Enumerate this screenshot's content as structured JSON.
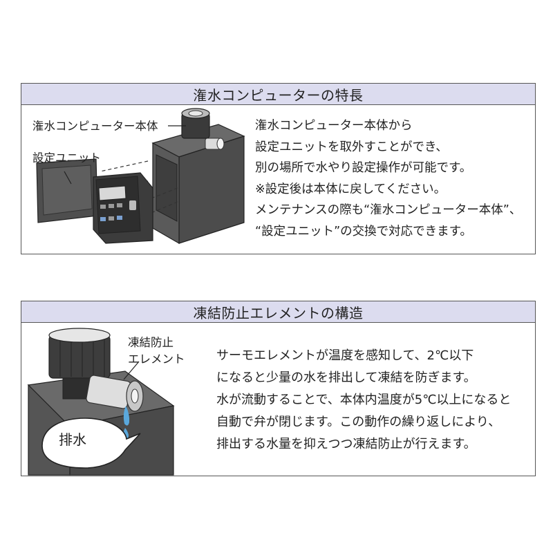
{
  "section1": {
    "title": "潅水コンピューターの特長",
    "label_main_unit": "潅水コンピューター本体",
    "label_setting_unit": "設定ユニット",
    "description": [
      "潅水コンピューター本体から",
      "設定ユニットを取外すことができ、",
      "別の場所で水やり設定操作が可能です。",
      "※設定後は本体に戻してください。",
      "メンテナンスの際も“潅水コンピューター本体”、",
      "“設定ユニット”の交換で対応できます。"
    ]
  },
  "section2": {
    "title": "凍結防止エレメントの構造",
    "label_element_line1": "凍結防止",
    "label_element_line2": "エレメント",
    "label_drain": "排水",
    "description": [
      "サーモエレメントが温度を感知して、2℃以下",
      "になると少量の水を排出して凍結を防ぎます。",
      "水が流動することで、本体内温度が5℃以上になると",
      "自動で弁が閉じます。この動作の繰り返しにより、",
      "排出する水量を抑えつつ凍結防止が行えます。"
    ]
  },
  "colors": {
    "header_bg": "#dcdcef",
    "border": "#555555",
    "device_dark": "#4a4a4a",
    "water": "#5aa8dc"
  }
}
